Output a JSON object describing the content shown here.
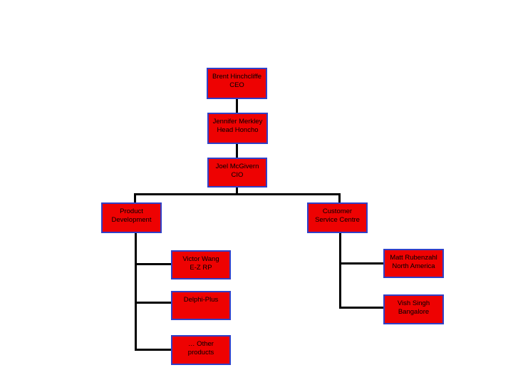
{
  "diagram": {
    "type": "org-chart",
    "background": "#ffffff",
    "node_fill": "#ee0202",
    "node_border": "#3040c8",
    "line_color": "#000000"
  },
  "nodes": {
    "ceo": {
      "line1": "Brent Hinchcliffe",
      "line2": "CEO"
    },
    "honcho": {
      "line1": "Jennifer Merkley",
      "line2": "Head Honcho"
    },
    "cio": {
      "line1": "Joel McGivern",
      "line2": "CIO"
    },
    "pd": {
      "line1": "Product",
      "line2": "Development"
    },
    "csc": {
      "line1": "Customer",
      "line2": "Service Centre"
    },
    "victor": {
      "line1": "Victor Wang",
      "line2": "E-Z RP"
    },
    "delphi": {
      "line1": "Delphi-Plus",
      "line2": ""
    },
    "other": {
      "line1": "… Other",
      "line2": "products"
    },
    "matt": {
      "line1": "Matt Rubenzahl",
      "line2": "North America"
    },
    "vish": {
      "line1": "Vish Singh",
      "line2": "Bangalore"
    }
  }
}
